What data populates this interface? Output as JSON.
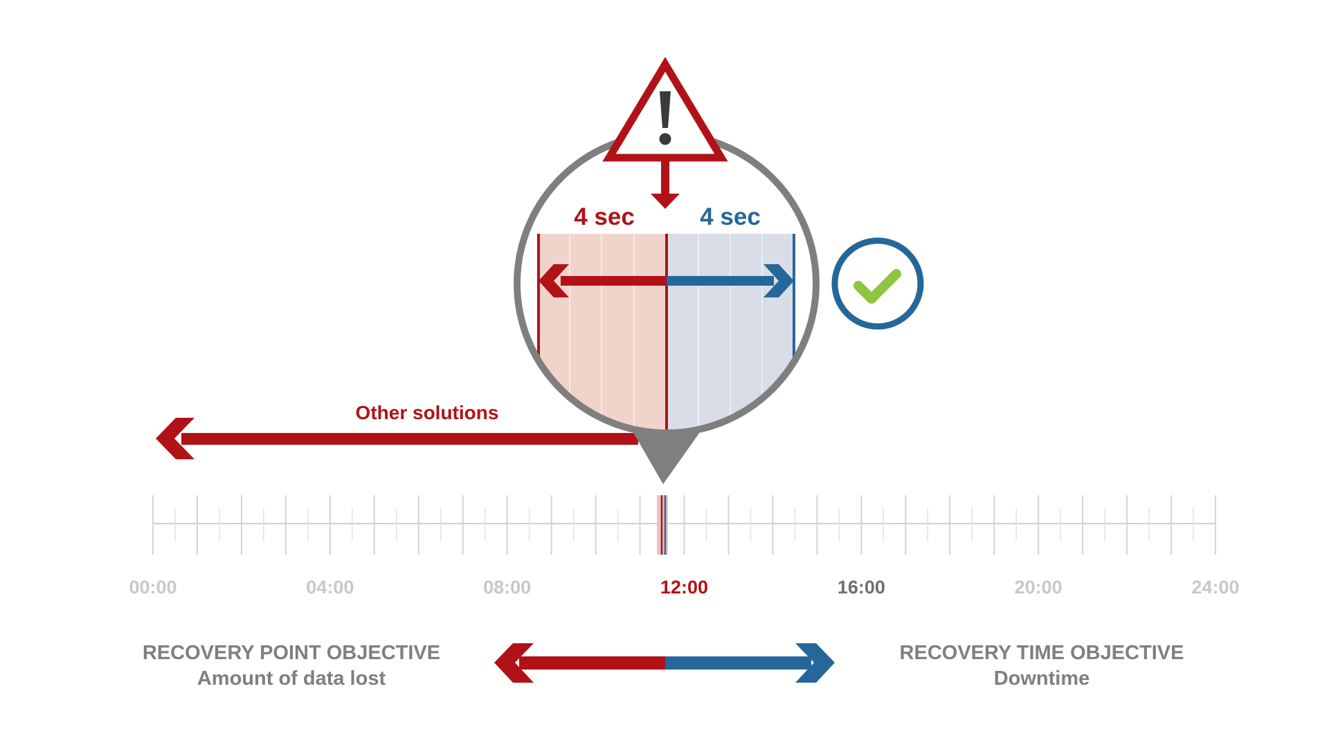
{
  "magnifier": {
    "rpo_value": "4 sec",
    "rto_value": "4 sec"
  },
  "other_solutions_label": "Other solutions",
  "timeline": {
    "tick_labels": [
      {
        "text": "00:00",
        "style": "muted"
      },
      {
        "text": "04:00",
        "style": "muted"
      },
      {
        "text": "08:00",
        "style": "muted"
      },
      {
        "text": "12:00",
        "style": "red"
      },
      {
        "text": "16:00",
        "style": "dark"
      },
      {
        "text": "20:00",
        "style": "muted"
      },
      {
        "text": "24:00",
        "style": "muted"
      }
    ]
  },
  "rpo": {
    "title": "RECOVERY POINT OBJECTIVE",
    "subtitle": "Amount of data lost"
  },
  "rto": {
    "title": "RECOVERY TIME OBJECTIVE",
    "subtitle": "Downtime"
  },
  "icons": {
    "warning": "warning-triangle-icon",
    "check": "check-circle-icon"
  },
  "colors": {
    "red": "#b01218",
    "blue": "#26679a",
    "gray": "#7f7f7f",
    "light_gray": "#c8c8c8",
    "muted_text": "#c4c4c4",
    "dark_text": "#707070",
    "red_fill": "#f0d4cb",
    "blue_fill": "#d8dde8",
    "green": "#8dc63f"
  }
}
